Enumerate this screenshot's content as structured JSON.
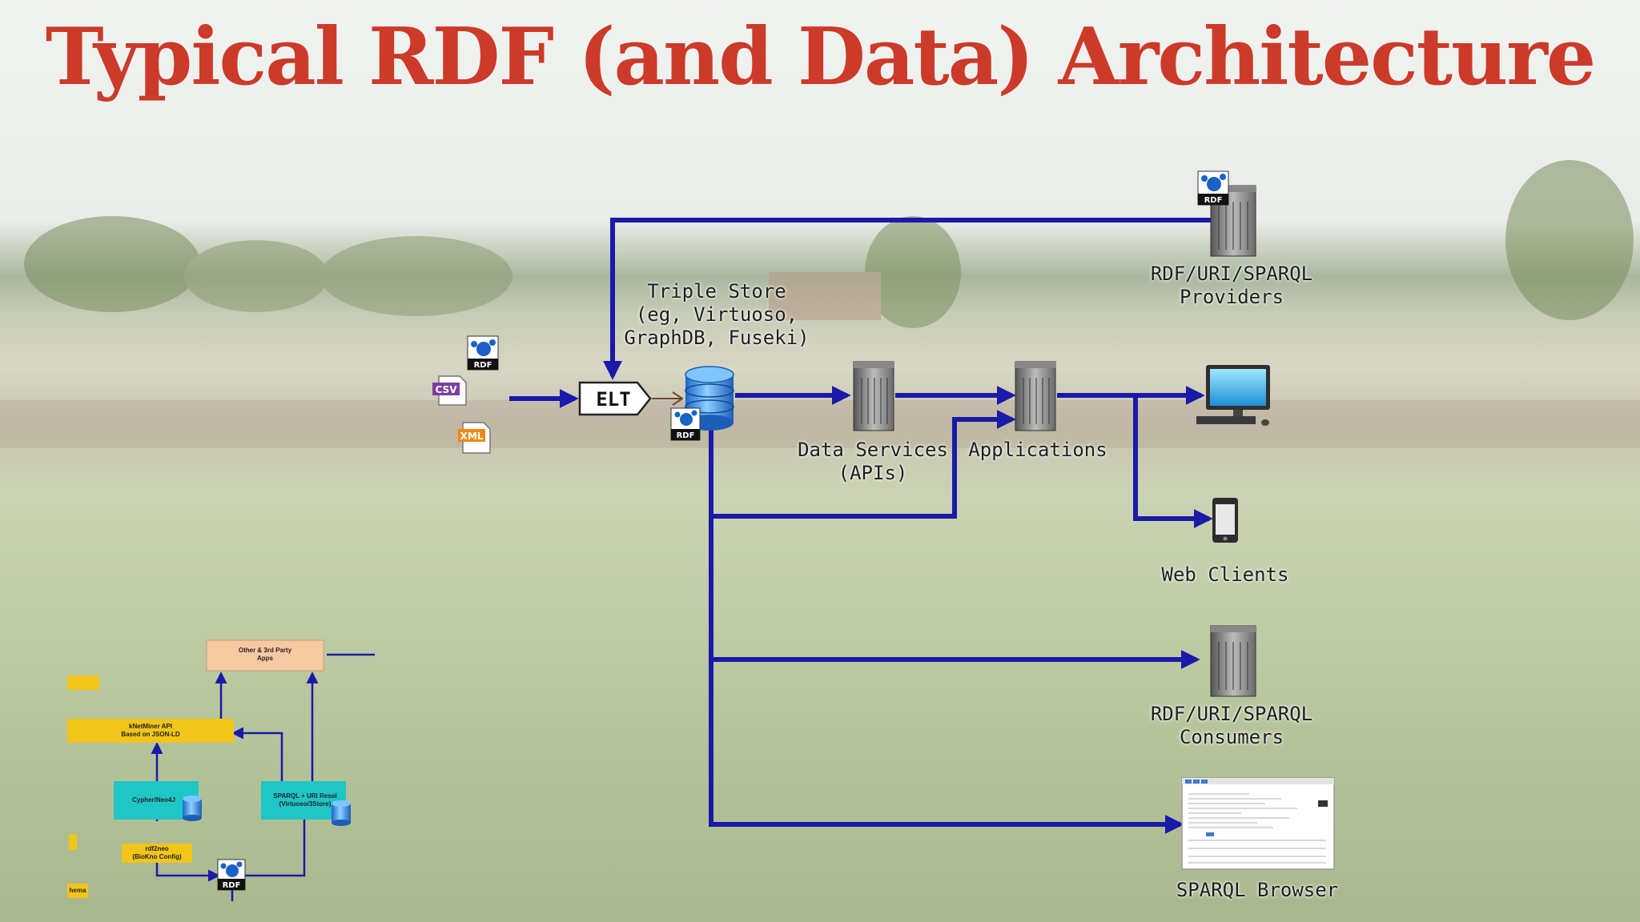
{
  "title": "Typical RDF (and Data) Architecture",
  "inputs": {
    "rdf_badge": "RDF",
    "csv_badge": "CSV",
    "xml_badge": "XML"
  },
  "elt_label": "ELT",
  "triple_store": {
    "line1": "Triple Store",
    "line2": "(eg, Virtuoso,",
    "line3": "GraphDB, Fuseki)",
    "badge": "RDF"
  },
  "data_services": {
    "line1": "Data Services",
    "line2": "(APIs)"
  },
  "applications": {
    "line1": "Applications"
  },
  "providers": {
    "line1": "RDF/URI/SPARQL",
    "line2": "Providers",
    "badge": "RDF"
  },
  "web_clients": {
    "line1": "Web Clients"
  },
  "consumers": {
    "line1": "RDF/URI/SPARQL",
    "line2": "Consumers"
  },
  "sparql_browser": {
    "line1": "SPARQL Browser"
  },
  "mini_diagram": {
    "other_apps": {
      "line1": "Other & 3rd Party",
      "line2": "Apps"
    },
    "knetminer_api": {
      "line1": "kNetMiner API",
      "line2": "Based on JSON-LD"
    },
    "cypher": {
      "line1": "Cypher/Neo4J"
    },
    "sparql_resolver": {
      "line1": "SPARQL + URI Resol",
      "line2": "(Virtuoso/3Store)"
    },
    "rdf2neo": {
      "line1": "rdf2neo",
      "line2": "(BioKno Config)"
    },
    "schema_tag": "hema",
    "rdf_badge": "RDF"
  },
  "colors": {
    "title": "#cc3a2a",
    "arrow": "#1a1aa8",
    "cyan_box": "#1ec6c6",
    "yellow_box": "#f2c51a",
    "peach_box": "#f7c9a2"
  }
}
